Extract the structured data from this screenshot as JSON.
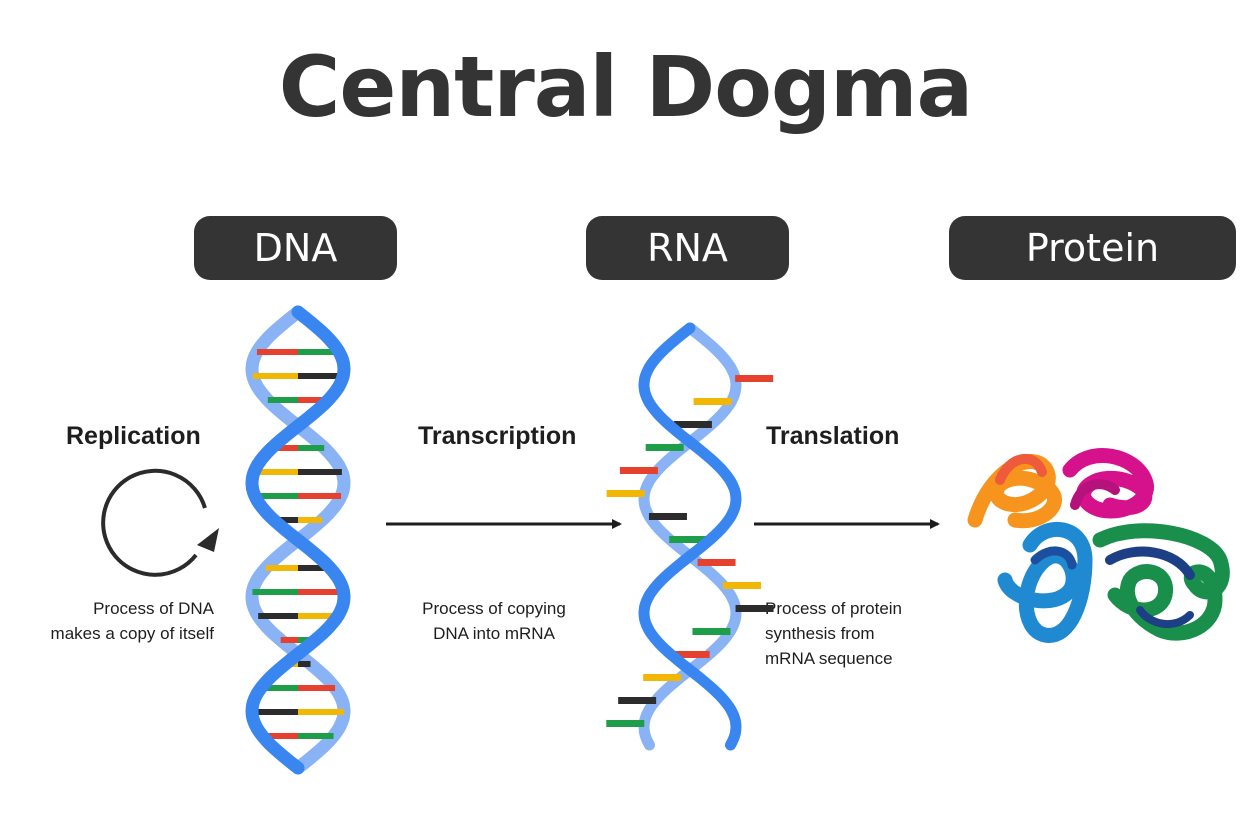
{
  "title": "Central Dogma",
  "stages": {
    "dna": "DNA",
    "rna": "RNA",
    "protein": "Protein"
  },
  "processes": {
    "replication": {
      "name": "Replication",
      "description": "Process of DNA\nmakes a copy of itself"
    },
    "transcription": {
      "name": "Transcription",
      "description": "Process of copying\nDNA into mRNA"
    },
    "translation": {
      "name": "Translation",
      "description": "Process of protein\nsynthesis from\nmRNA sequence"
    }
  },
  "colors": {
    "pill": "#343434",
    "strand_dark": "#3a86f0",
    "strand_light": "#8ab3f5",
    "base_red": "#e5412e",
    "base_yellow": "#f2b705",
    "base_green": "#1f9e4a",
    "base_black": "#2c2c2c"
  },
  "icons": {
    "replication": "circular-arrow-icon",
    "dna": "double-helix-icon",
    "rna": "single-helix-icon",
    "protein": "folded-protein-icon"
  }
}
